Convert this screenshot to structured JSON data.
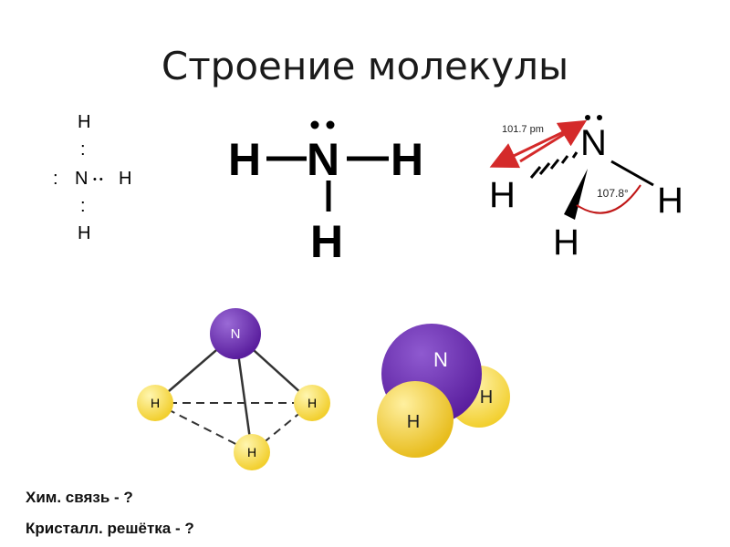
{
  "title": "Строение молекулы",
  "lewis": {
    "top_h": "H",
    "colon_top": ":",
    "colon_left": ":",
    "n": "N",
    "dots_right": "• •",
    "right_h": "H",
    "colon_bottom": ":",
    "bottom_h": "H"
  },
  "structural": {
    "n": "N",
    "left_h": "H",
    "right_h": "H",
    "bottom_h": "H"
  },
  "geometry": {
    "n": "N",
    "left_h": "H",
    "right_h": "H",
    "bottom_h": "H",
    "bond_length": "101.7 pm",
    "bond_angle": "107.8°",
    "arrow_color": "#d42a2a",
    "angle_color": "#c01818"
  },
  "ball_stick": {
    "n": "N",
    "h1": "H",
    "h2": "H",
    "h3": "H",
    "n_color": "#5a1e9e",
    "h_color": "#f2cf2e"
  },
  "space_fill": {
    "n": "N",
    "h_front": "H",
    "h_right": "H",
    "n_color": "#5a1e9e",
    "h_color": "#f2cf2e"
  },
  "notes": {
    "bond": "Хим. связь - ?",
    "lattice": "Кристалл. решётка - ?"
  }
}
